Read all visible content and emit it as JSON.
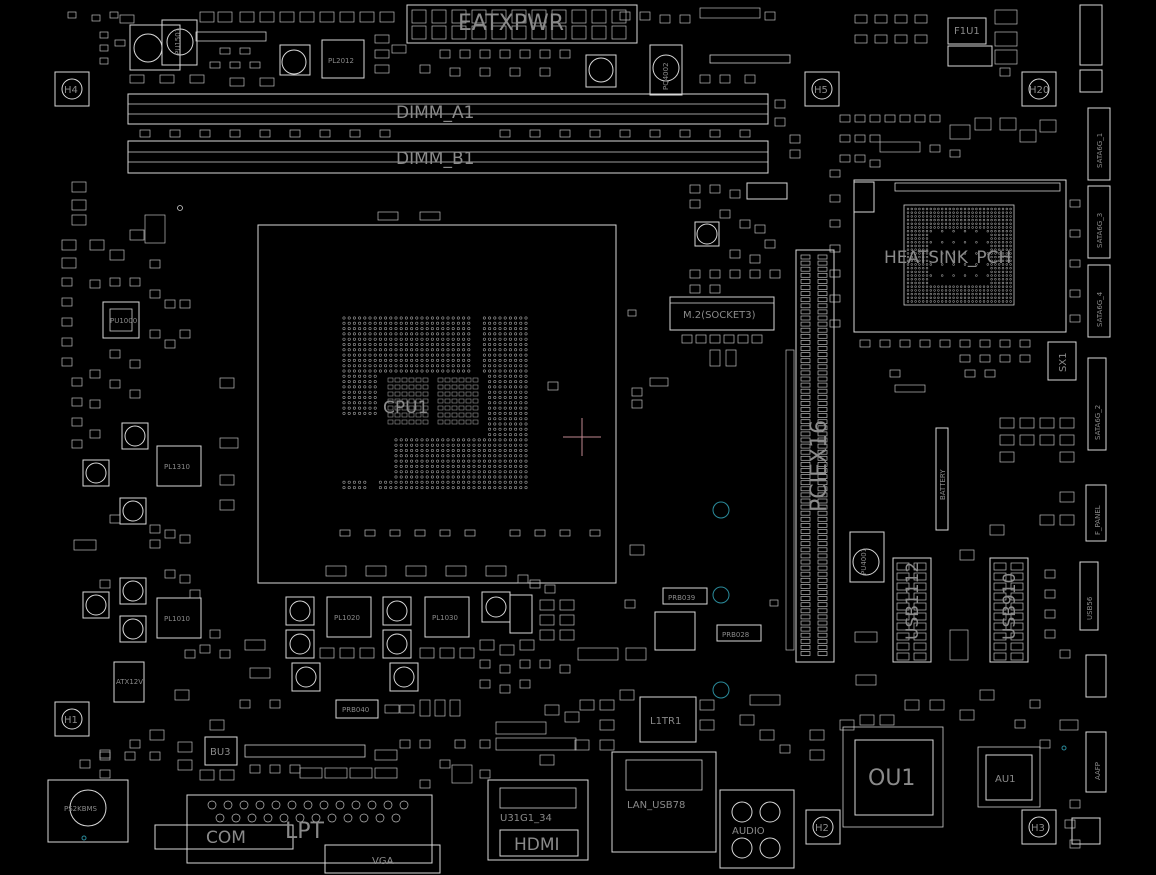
{
  "board": {
    "background": "#000000",
    "line_color": "#d8d8d8",
    "text_color": "#8a8a8a",
    "marker_color": "#c08890",
    "accent_circle_color": "#2a8a9a"
  },
  "labels": {
    "eatxpwr": "EATXPWR",
    "dimm_a1": "DIMM_A1",
    "dimm_b1": "DIMM_B1",
    "heatsink_pch": "HEATSINK_PCH",
    "m2": "M.2(SOCKET3)",
    "pciex16": "PCIEX16",
    "battery": "BATTERY",
    "cpu": "CPU1",
    "ou1": "OU1",
    "au1": "AU1",
    "l1tr1": "L1TR1",
    "bu3": "BU3",
    "lpt": "LPT",
    "com": "COM",
    "vga": "VGA",
    "hdmi": "HDMI",
    "u31g1": "U31G1_34",
    "lan_usb78": "LAN_USB78",
    "audio": "AUDIO",
    "f1u1": "F1U1",
    "sx1": "SX1",
    "pl2012": "PL2012",
    "pl1310": "PL1310",
    "pl1010": "PL1010",
    "pl1020": "PL1020",
    "pl1030": "PL1030",
    "pu1000": "PU1000",
    "pu1501": "PU1501",
    "pq4002": "PQ4002",
    "pu4001": "PU4001",
    "atx12v": "ATX12V",
    "prb039": "PRB039",
    "prb028": "PRB028",
    "prb040": "PRB040",
    "ps2kbms": "PS2KBMS",
    "sata6g_1": "SATA6G_1",
    "sata6g_2": "SATA6G_2",
    "sata6g_3": "SATA6G_3",
    "sata6g_4": "SATA6G_4",
    "usb1112": "USB1112",
    "usb910": "USB910",
    "usb56": "USB56",
    "f_panel": "F_PANEL",
    "aafp": "AAFP",
    "h1": "H1",
    "h2": "H2",
    "h3": "H3",
    "h4": "H4",
    "h5": "H5",
    "h20": "H20"
  }
}
